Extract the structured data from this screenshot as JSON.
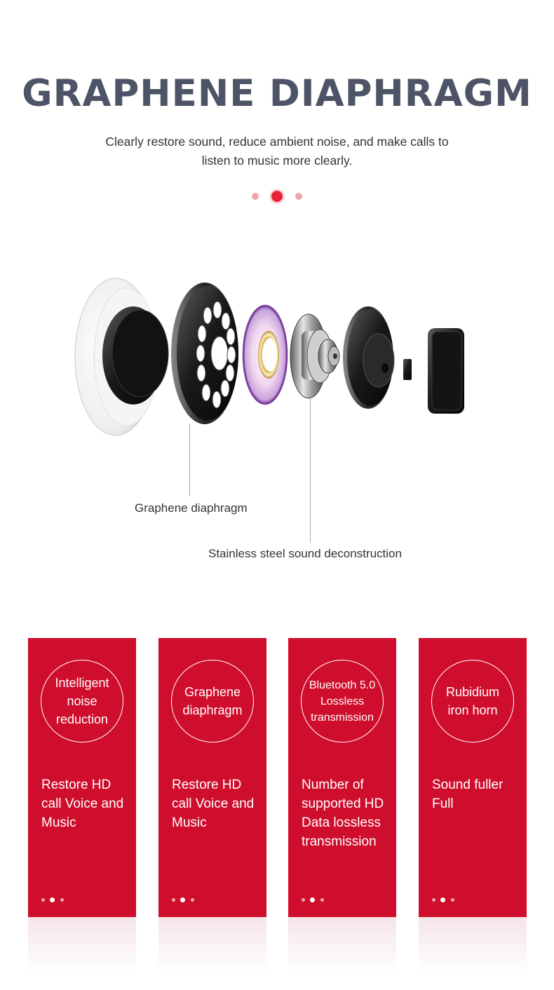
{
  "header": {
    "title": "GRAPHENE DIAPHRAGM",
    "subtitle": "Clearly restore sound, reduce ambient noise, and make calls to listen to music more clearly."
  },
  "pager": {
    "count": 3,
    "active_index": 1
  },
  "diagram": {
    "labels": {
      "diaphragm": "Graphene diaphragm",
      "steel": "Stainless steel sound deconstruction"
    }
  },
  "cards": [
    {
      "circle": "Intelligent\nnoise\nreduction",
      "desc": "Restore HD\ncall Voice and\nMusic"
    },
    {
      "circle": "Graphene\ndiaphragm",
      "desc": "Restore HD\ncall Voice and\nMusic"
    },
    {
      "circle": "Bluetooth 5.0\nLossless\ntransmission",
      "desc": "Number of\nsupported HD\nData lossless\ntransmission"
    },
    {
      "circle": "Rubidium\niron horn",
      "desc": "Sound fuller\nFull"
    }
  ],
  "colors": {
    "title": "#4e5467",
    "card_red": "#cf0d2c",
    "accent_red": "#e8223a"
  }
}
